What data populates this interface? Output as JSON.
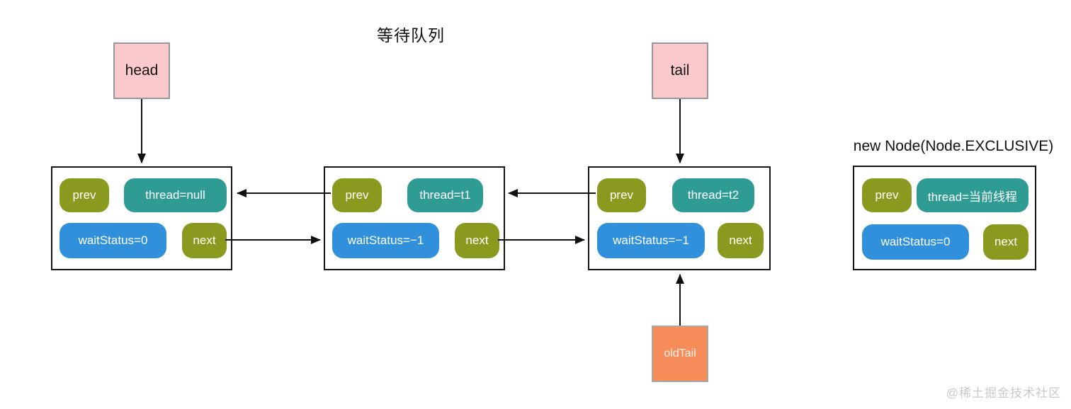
{
  "title": "等待队列",
  "pointers": {
    "head": "head",
    "tail": "tail",
    "old_tail": "oldTail"
  },
  "new_node_label": "new Node(Node.EXCLUSIVE)",
  "nodes": [
    {
      "prev": "prev",
      "thread": "thread=null",
      "wait_status": "waitStatus=0",
      "next": "next"
    },
    {
      "prev": "prev",
      "thread": "thread=t1",
      "wait_status": "waitStatus=−1",
      "next": "next"
    },
    {
      "prev": "prev",
      "thread": "thread=t2",
      "wait_status": "waitStatus=−1",
      "next": "next"
    },
    {
      "prev": "prev",
      "thread": "thread=当前线程",
      "wait_status": "waitStatus=0",
      "next": "next"
    }
  ],
  "watermark": "@稀土掘金技术社区",
  "colors": {
    "pointer_pink": "#f9c9cb",
    "pointer_orange": "#f68c5a",
    "pill_olive": "#8a9a1e",
    "pill_teal": "#2f9c94",
    "pill_blue": "#3090dc",
    "node_border": "#141414",
    "arrow": "#111111",
    "watermark_gray": "#c9c9c9"
  }
}
